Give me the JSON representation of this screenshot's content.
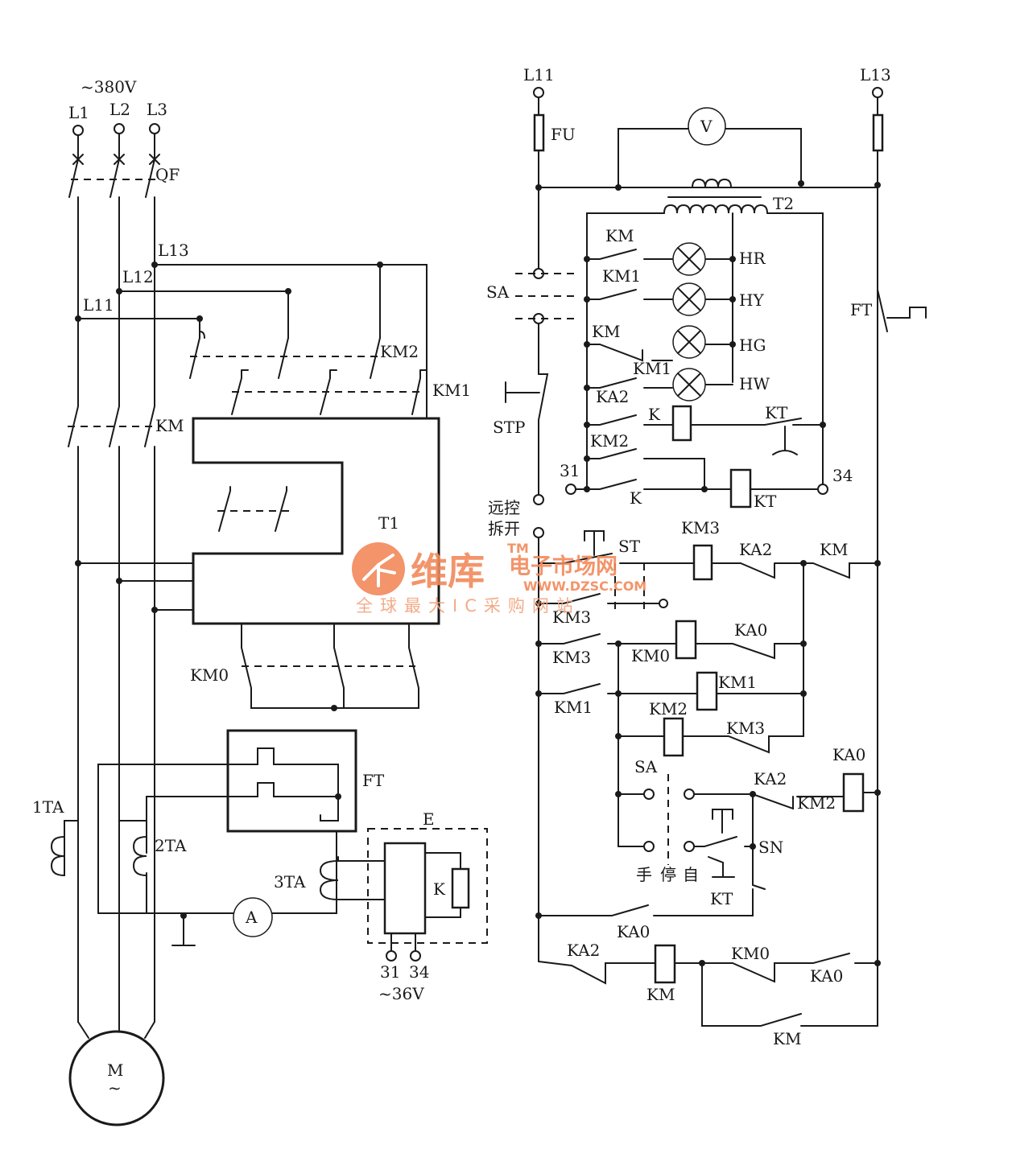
{
  "power": {
    "supply": "~380V",
    "phases": [
      "L1",
      "L2",
      "L3"
    ],
    "breaker": "QF",
    "buses": [
      "L11",
      "L12",
      "L13"
    ],
    "main_contactor": "KM",
    "reactor": "T1",
    "contactors": [
      "KM1",
      "KM2",
      "KM0"
    ],
    "motor": "M",
    "motor_symbol": "~",
    "current_transformers": [
      "1TA",
      "2TA",
      "3TA"
    ],
    "thermal_relay": "FT",
    "ammeter": "A",
    "protector_box": "E",
    "protector_relay": "K",
    "terminals": [
      "31",
      "34"
    ],
    "aux_voltage": "~36V"
  },
  "control": {
    "top_left_bus": "L11",
    "top_right_bus": "L13",
    "fuse": "FU",
    "voltmeter": "V",
    "transformer": "T2",
    "selector": "SA",
    "thermal_contact": "FT",
    "stop_button": "STP",
    "lamp_contacts": [
      "KM",
      "KM1",
      "KM",
      "KM1"
    ],
    "lamps": [
      "HR",
      "HY",
      "HG",
      "HW"
    ],
    "ka2": "KA2",
    "k": "K",
    "kt": "KT",
    "km2": "KM2",
    "term31": "31",
    "term34": "34",
    "remote_label_1": "远控",
    "remote_label_2": "拆开",
    "start_button": "ST",
    "km3": "KM3",
    "km": "KM",
    "km0": "KM0",
    "ka0": "KA0",
    "km1": "KM1",
    "sn": "SN",
    "mode_manual": "手",
    "mode_stop": "停",
    "mode_auto": "自"
  },
  "watermark": {
    "brand": "维库",
    "title": "电子市场网",
    "tm": "TM",
    "url": "WWW.DZSC.COM",
    "slogan": "全球最大IC采购网站"
  }
}
